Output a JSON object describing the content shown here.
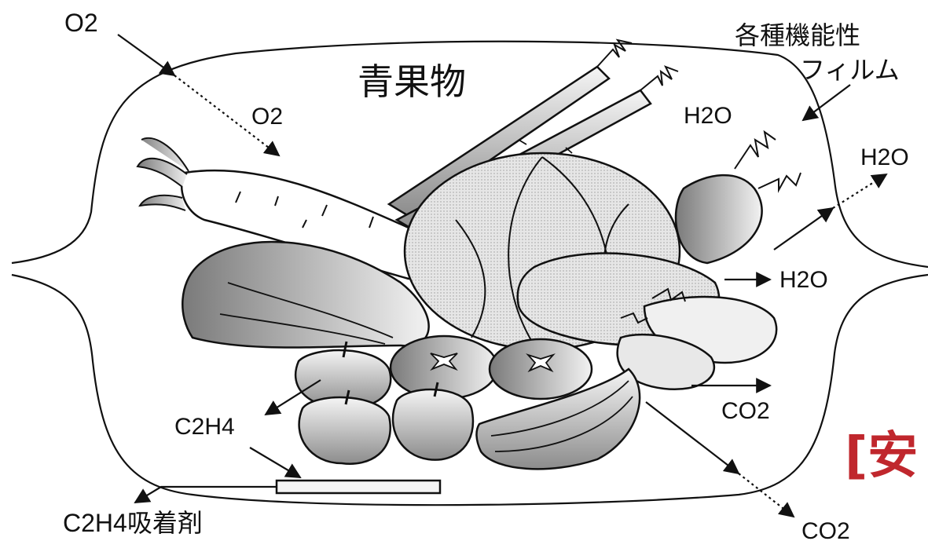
{
  "labels": {
    "title": "青果物",
    "film_line1": "各種機能性",
    "film_line2": "フィルム",
    "o2_outside": "O2",
    "o2_inside": "O2",
    "h2o_inside": "H2O",
    "h2o_outside_top": "H2O",
    "h2o_right": "H2O",
    "co2_right": "CO2",
    "co2_bottom": "CO2",
    "c2h4": "C2H4",
    "c2h4_absorbent": "C2H4吸着剤",
    "stamp": "[安"
  },
  "colors": {
    "line": "#111111",
    "shade": "#8a8a8a",
    "light": "#d9d9d9",
    "stamp": "#c0272d"
  }
}
